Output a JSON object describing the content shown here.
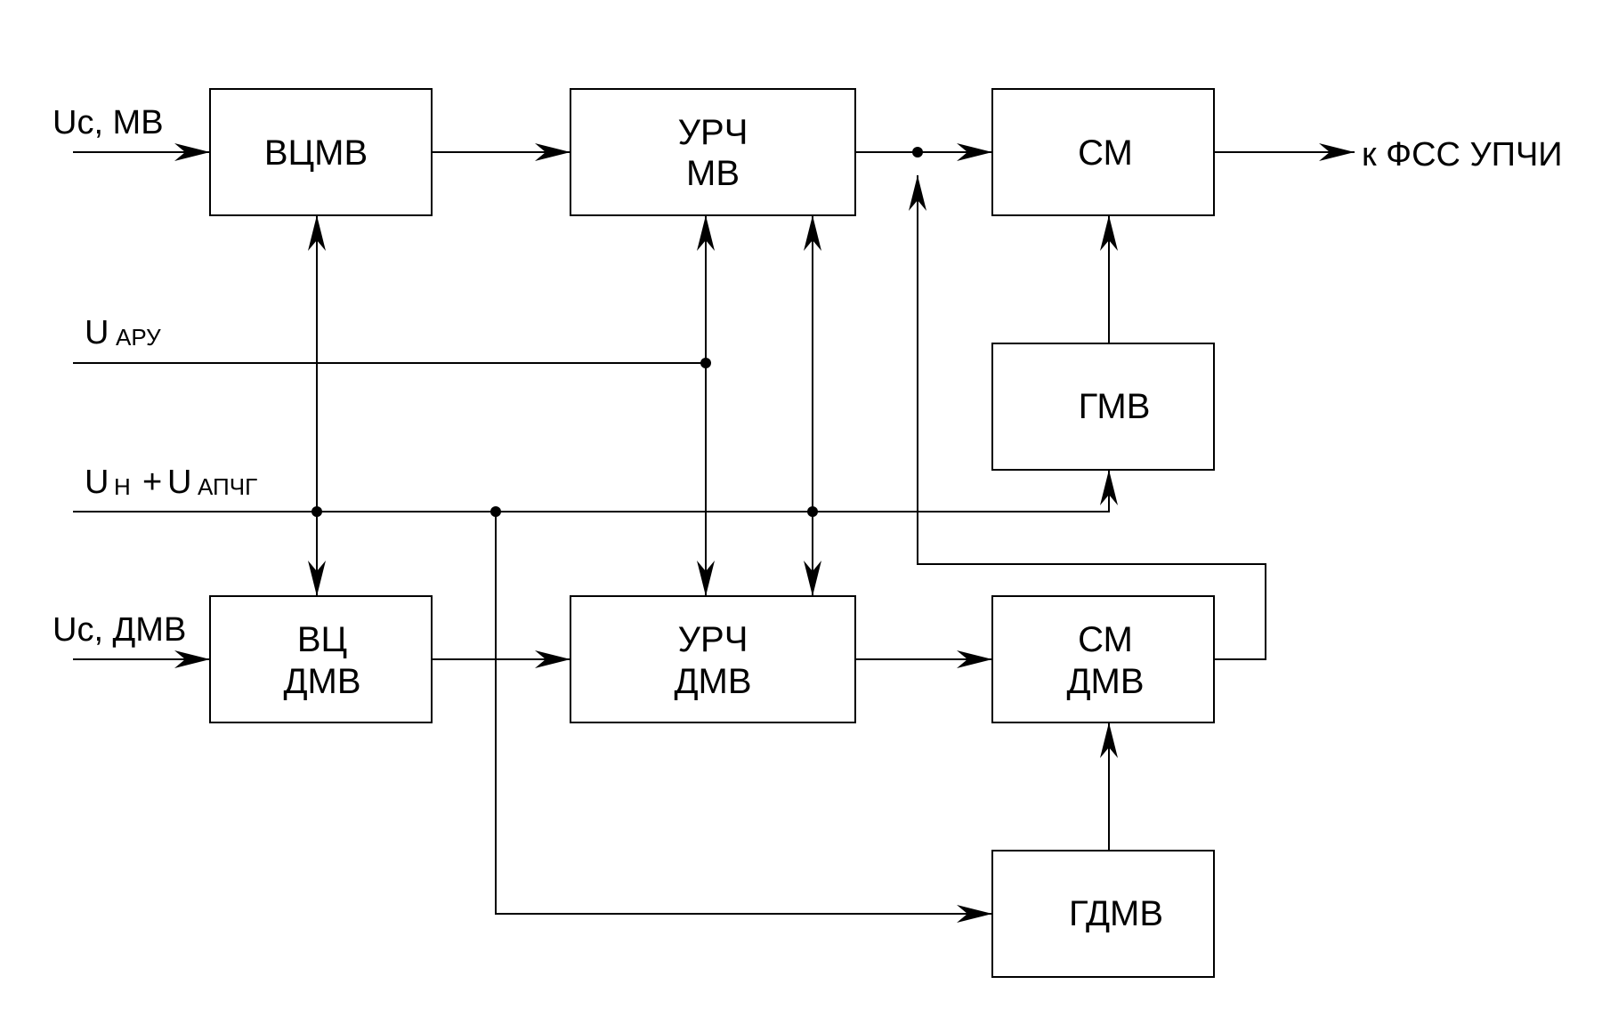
{
  "blocks": {
    "vcmv": [
      "ВЦМВ"
    ],
    "urch_mv": [
      "УРЧ",
      "МВ"
    ],
    "sm": [
      "СМ"
    ],
    "gmv": [
      "ГМВ"
    ],
    "vc_dmv": [
      "ВЦ",
      "ДМВ"
    ],
    "urch_dmv": [
      "УРЧ",
      "ДМВ"
    ],
    "sm_dmv": [
      "СМ",
      "ДМВ"
    ],
    "gdmv": [
      "ГДМВ"
    ]
  },
  "signals": {
    "uc_mv": "Uc, МВ",
    "uc_dmv": "Uc, ДМВ",
    "u_aru_main": "U",
    "u_aru_sub": "АРУ",
    "u_n_main": "U",
    "u_n_sub": "Н",
    "plus": "+",
    "u_apchg_main": "U",
    "u_apchg_sub": "АПЧГ",
    "output": "к ФСС УПЧИ"
  }
}
